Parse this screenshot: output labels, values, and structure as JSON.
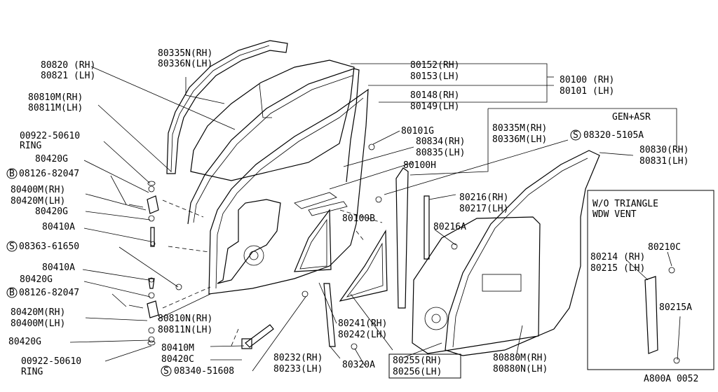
{
  "callouts": {
    "p80820": "80820 (RH)",
    "p80821": "80821 (LH)",
    "p80335n": "80335N(RH)",
    "p80336n": "80336N(LH)",
    "p80810m": "80810M(RH)",
    "p80811m": "80811M(LH)",
    "p00922_top": "00922-50610",
    "ring_top": "RING",
    "p80420g_1": "80420G",
    "b08126_top": "08126-82047",
    "p80400m": "80400M(RH)",
    "p80420m_lh": "80420M(LH)",
    "p80420g_2": "80420G",
    "p80410a_1": "80410A",
    "s08363": "08363-61650",
    "p80410a_2": "80410A",
    "p80420g_3": "80420G",
    "b08126_bot": "08126-82047",
    "p80420m_rh": "80420M(RH)",
    "p80400m_lh": "80400M(LH)",
    "p80420g_4": "80420G",
    "p00922_bot": "00922-50610",
    "ring_bot": "RING",
    "p80810n": "80810N(RH)",
    "p80811n": "80811N(LH)",
    "p80410m": "80410M",
    "p80420c": "80420C",
    "s08340": "08340-51608",
    "p80232": "80232(RH)",
    "p80233": "80233(LH)",
    "p80320a": "80320A",
    "p80241": "80241(RH)",
    "p80242": "80242(LH)",
    "p80255": "80255(RH)",
    "p80256": "80256(LH)",
    "p80152": "80152(RH)",
    "p80153": "80153(LH)",
    "p80148": "80148(RH)",
    "p80149": "80149(LH)",
    "p80100": "80100 (RH)",
    "p80101": "80101 (LH)",
    "gen_asr": "GEN+ASR",
    "p80335m": "80335M(RH)",
    "p80336m": "80336M(LH)",
    "s08320": "08320-5105A",
    "p80101g": "80101G",
    "p80834": "80834(RH)",
    "p80835": "80835(LH)",
    "p80100h": "80100H",
    "p80216": "80216(RH)",
    "p80217": "80217(LH)",
    "p80100b": "80100B",
    "p80216a": "80216A",
    "p80830": "80830(RH)",
    "p80831": "80831(LH)",
    "wo_triangle": "W/O TRIANGLE",
    "wdw_vent": "WDW VENT",
    "p80214": "80214 (RH)",
    "p80215": "80215 (LH)",
    "p80210c": "80210C",
    "p80215a": "80215A",
    "p80880m": "80880M(RH)",
    "p80880n": "80880N(LH)",
    "diagram_code": "A800A 0052"
  },
  "symbols": {
    "bolt_marker": "B",
    "screw_marker": "S"
  }
}
